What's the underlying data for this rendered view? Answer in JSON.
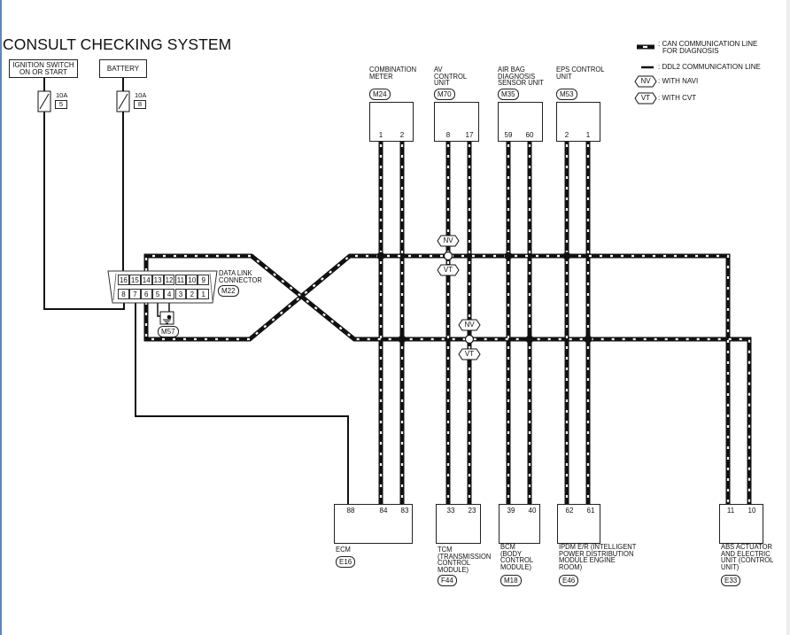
{
  "title": "CONSULT CHECKING SYSTEM",
  "legend": {
    "can_line": [
      "CAN COMMUNICATION LINE",
      "FOR DIAGNOSIS"
    ],
    "ddl2_line": "DDL2 COMMUNICATION LINE",
    "nv": {
      "code": "NV",
      "text": "WITH NAVI"
    },
    "vt": {
      "code": "VT",
      "text": "WITH CVT"
    },
    "separator": ":"
  },
  "power": {
    "ignition": {
      "label_lines": [
        "IGNITION SWITCH",
        "ON OR START"
      ],
      "fuse_rating": "10A",
      "fuse_no": "5"
    },
    "battery": {
      "label": "BATTERY",
      "fuse_rating": "10A",
      "fuse_no": "8"
    }
  },
  "dlc": {
    "label_lines": [
      "DATA LINK",
      "CONNECTOR"
    ],
    "connector": "M22",
    "top_row": [
      "16",
      "15",
      "14",
      "13",
      "12",
      "11",
      "10",
      "9"
    ],
    "bottom_row": [
      "8",
      "7",
      "6",
      "5",
      "4",
      "3",
      "2",
      "1"
    ],
    "ground_connector": "M57"
  },
  "top_units": [
    {
      "label_lines": [
        "",
        "COMBINATION",
        "METER"
      ],
      "connector": "M24",
      "pins": [
        "1",
        "2"
      ]
    },
    {
      "label_lines": [
        "AV",
        "CONTROL",
        "UNIT"
      ],
      "connector": "M70",
      "pins": [
        "8",
        "17"
      ]
    },
    {
      "label_lines": [
        "AIR BAG",
        "DIAGNOSIS",
        "SENSOR UNIT"
      ],
      "connector": "M35",
      "pins": [
        "59",
        "60"
      ]
    },
    {
      "label_lines": [
        "",
        "EPS CONTROL",
        "UNIT"
      ],
      "connector": "M53",
      "pins": [
        "2",
        "1"
      ]
    }
  ],
  "bottom_units": [
    {
      "label_lines": [
        "ECM"
      ],
      "connector": "E16",
      "pins": [
        "88",
        "84",
        "83"
      ]
    },
    {
      "label_lines": [
        "TCM",
        "(TRANSMISSION",
        "CONTROL",
        "MODULE)"
      ],
      "connector": "F44",
      "pins": [
        "33",
        "23"
      ]
    },
    {
      "label_lines": [
        "BCM",
        "(BODY",
        "CONTROL",
        "MODULE)"
      ],
      "connector": "M18",
      "pins": [
        "39",
        "40"
      ]
    },
    {
      "label_lines": [
        "IPDM E/R (INTELLIGENT",
        "POWER DISTRIBUTION",
        "MODULE ENGINE",
        "ROOM)"
      ],
      "connector": "E46",
      "pins": [
        "62",
        "61"
      ]
    },
    {
      "label_lines": [
        "ABS ACTUATOR",
        "AND ELECTRIC",
        "UNIT (CONTROL",
        "UNIT)"
      ],
      "connector": "E33",
      "pins": [
        "11",
        "10"
      ]
    }
  ],
  "option_markers": {
    "upper": {
      "above": "NV",
      "below": "VT"
    },
    "lower": {
      "above": "NV",
      "below": "VT"
    }
  },
  "colors": {
    "line": "#111111",
    "background": "#ffffff"
  }
}
